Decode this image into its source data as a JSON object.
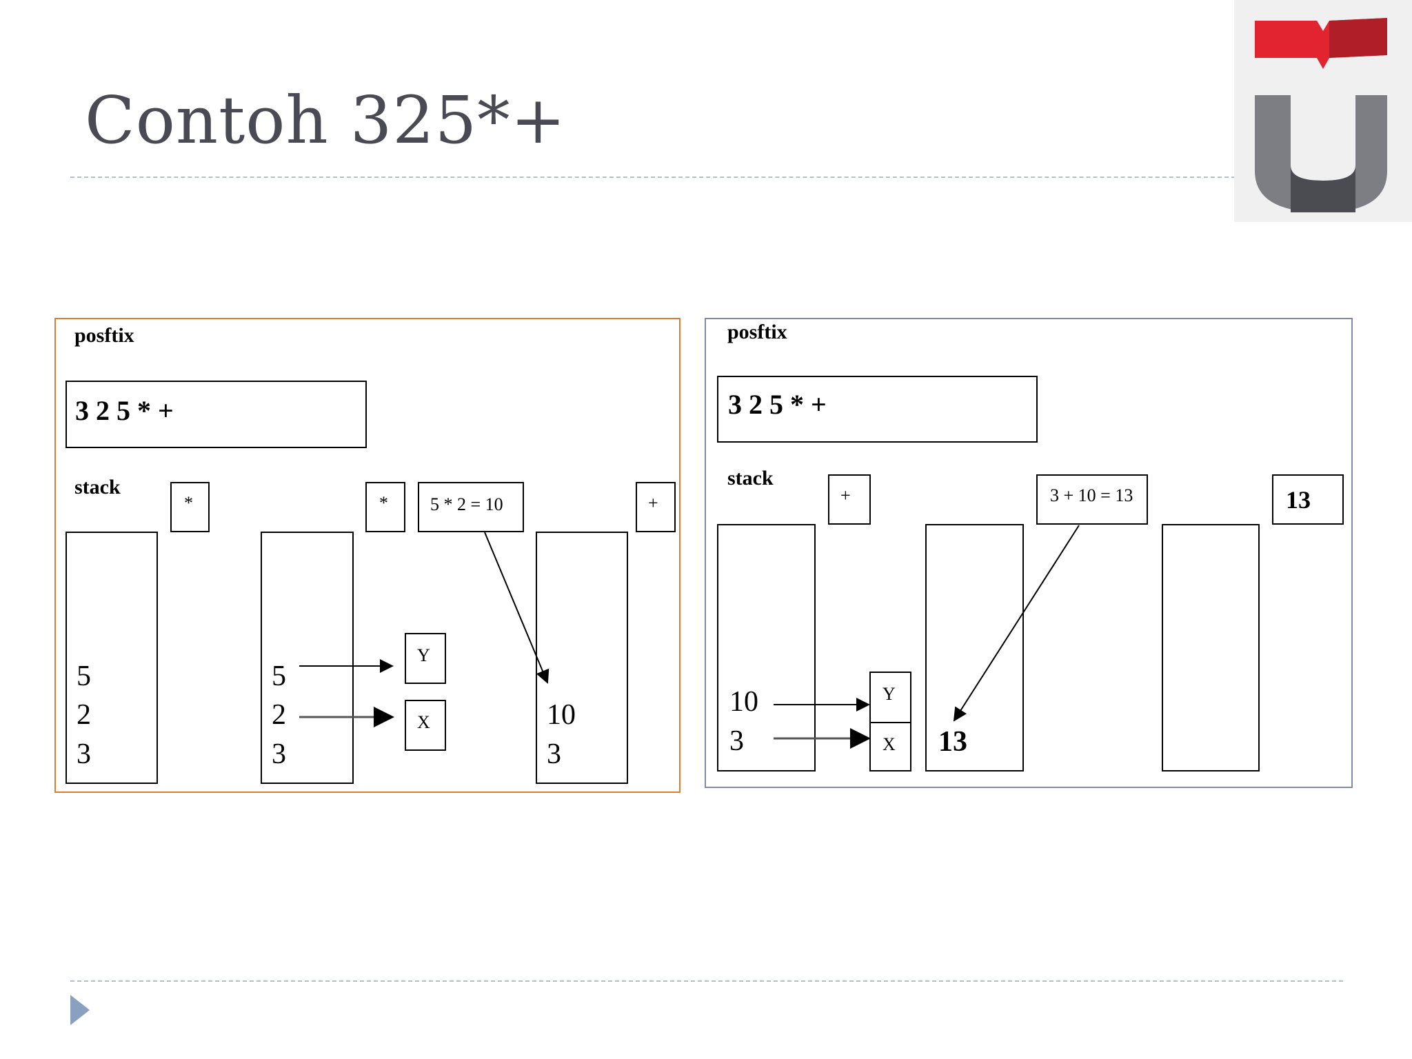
{
  "title": "Contoh 325*+",
  "panel1": {
    "posfix_label": "posftix",
    "expression": "3 2 5 * +",
    "stack_label": "stack",
    "stack1_values": [
      "5",
      "2",
      "3"
    ],
    "op1": "*",
    "stack2_values": [
      "5",
      "2",
      "3"
    ],
    "op2": "*",
    "y_label": "Y",
    "x_label": "X",
    "calc": "5 * 2 = 10",
    "stack3_values": [
      "10",
      "3"
    ],
    "op3": "+"
  },
  "panel2": {
    "posfix_label": "posftix",
    "expression": "3 2 5 * +",
    "stack_label": "stack",
    "op1": "+",
    "stack1_values": [
      "10",
      "3"
    ],
    "y_label": "Y",
    "x_label": "X",
    "calc": "3 + 10 = 13",
    "stack2_values": [
      "13"
    ],
    "result": "13"
  }
}
